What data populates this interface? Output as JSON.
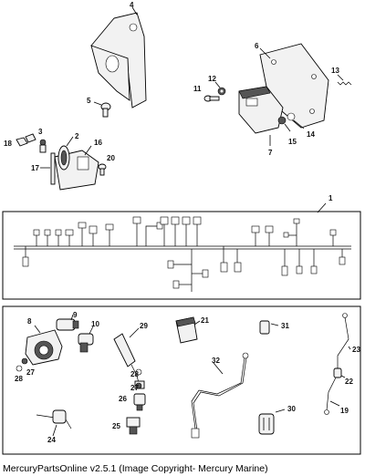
{
  "footer": {
    "copyright": "MercuryPartsOnline v2.5.1 (Image Copyright- Mercury Marine)"
  },
  "callouts": {
    "c1": "1",
    "c2": "2",
    "c3": "3",
    "c4": "4",
    "c5": "5",
    "c6": "6",
    "c7": "7",
    "c8": "8",
    "c9": "9",
    "c10": "10",
    "c11": "11",
    "c12": "12",
    "c13": "13",
    "c14": "14",
    "c15": "15",
    "c16": "16",
    "c17": "17",
    "c18": "18",
    "c19": "19",
    "c20": "20",
    "c21": "21",
    "c22": "22",
    "c23": "23",
    "c24": "24",
    "c25": "25",
    "c26": "26",
    "c27a": "27",
    "c27b": "27",
    "c28a": "28",
    "c28b": "28",
    "c29": "29",
    "c30": "30",
    "c31": "31",
    "c32": "32"
  }
}
